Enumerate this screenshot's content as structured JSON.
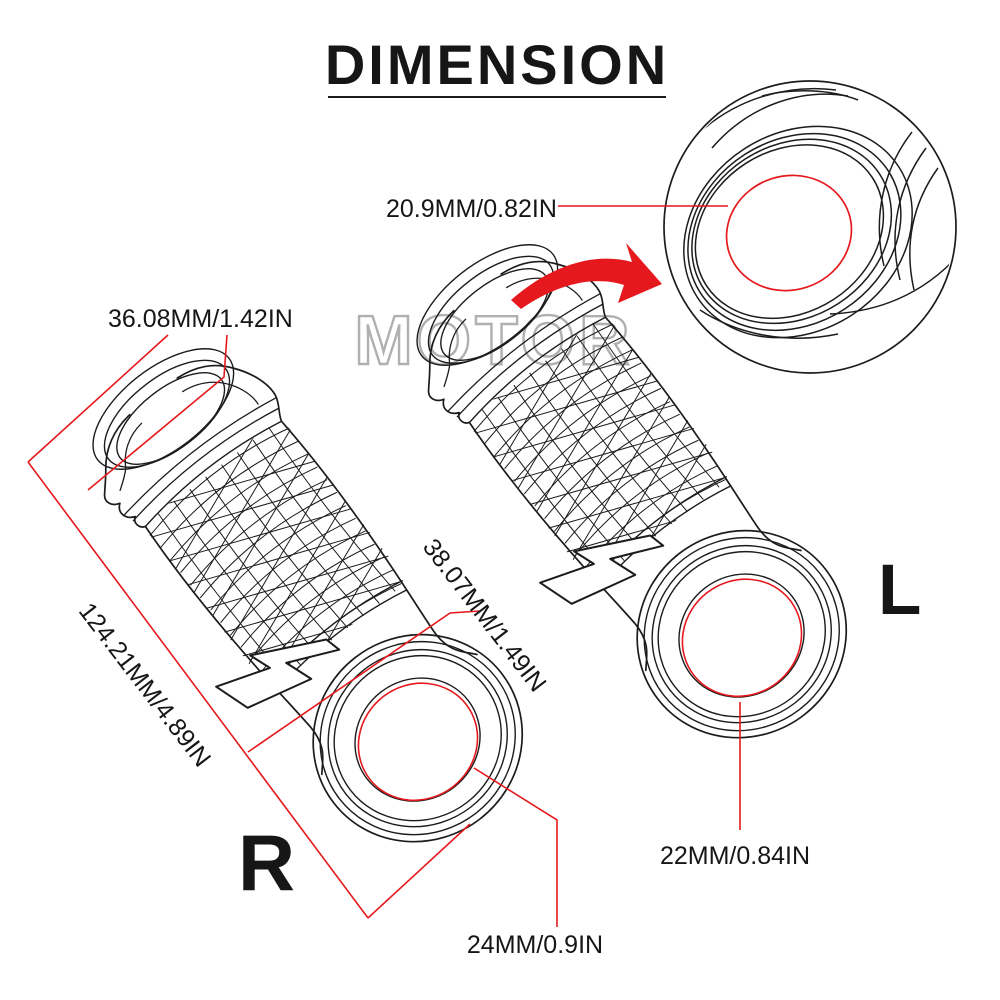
{
  "title": {
    "text": "DIMENSION"
  },
  "watermark": {
    "text": "MOTOR"
  },
  "grips": {
    "right_grip_letter": "R",
    "left_grip_letter": "L"
  },
  "dimensions": {
    "zoom_inner_diameter": "20.9MM/0.82IN",
    "flange_outer_diameter": "36.08MM/1.42IN",
    "total_length": "124.21MM/4.89IN",
    "body_outer_diameter": "38.07MM/1.49IN",
    "right_end_inner_diameter": "24MM/0.9IN",
    "left_end_inner_diameter": "22MM/0.84IN"
  },
  "colors": {
    "line": "#1c1c1c",
    "annotation": "#e5191d",
    "watermark": "#b0b0b0",
    "text": "#161616"
  }
}
